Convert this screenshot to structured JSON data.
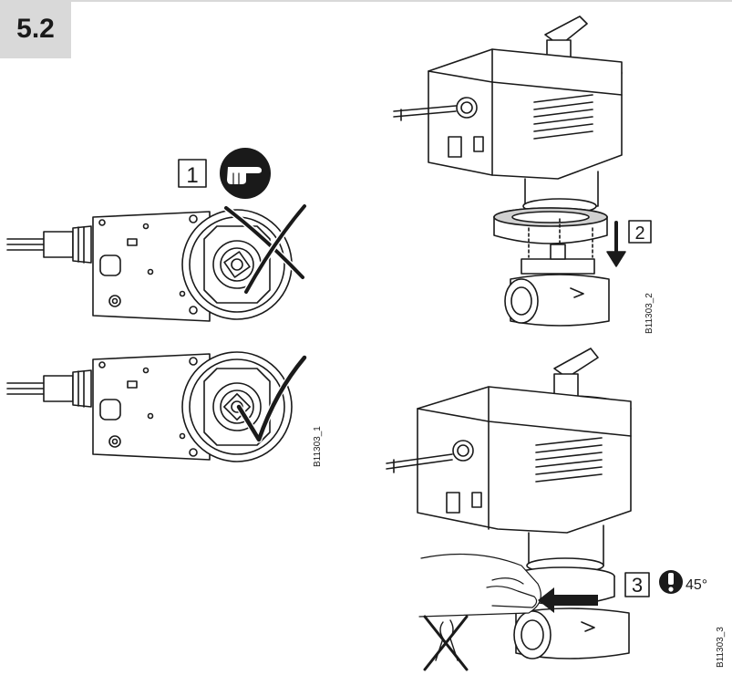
{
  "section": {
    "number": "5.2"
  },
  "steps": {
    "step1": "1",
    "step2": "2",
    "step3": "3"
  },
  "rotation": {
    "angle_label": "45°"
  },
  "figure_ids": {
    "left": "B11303_1",
    "right_top": "B11303_2",
    "right_bottom": "B11303_3"
  },
  "icons": {
    "hand_pointing": "hand-pointing-icon",
    "warning": "exclamation-warning-icon",
    "no_tools": "no-tools-icon",
    "check": "checkmark-icon",
    "cross": "cross-icon"
  },
  "colors": {
    "ink": "#1a1a1a",
    "badge": "#d9d9d9",
    "ring_highlight": "#b8b8b8"
  }
}
